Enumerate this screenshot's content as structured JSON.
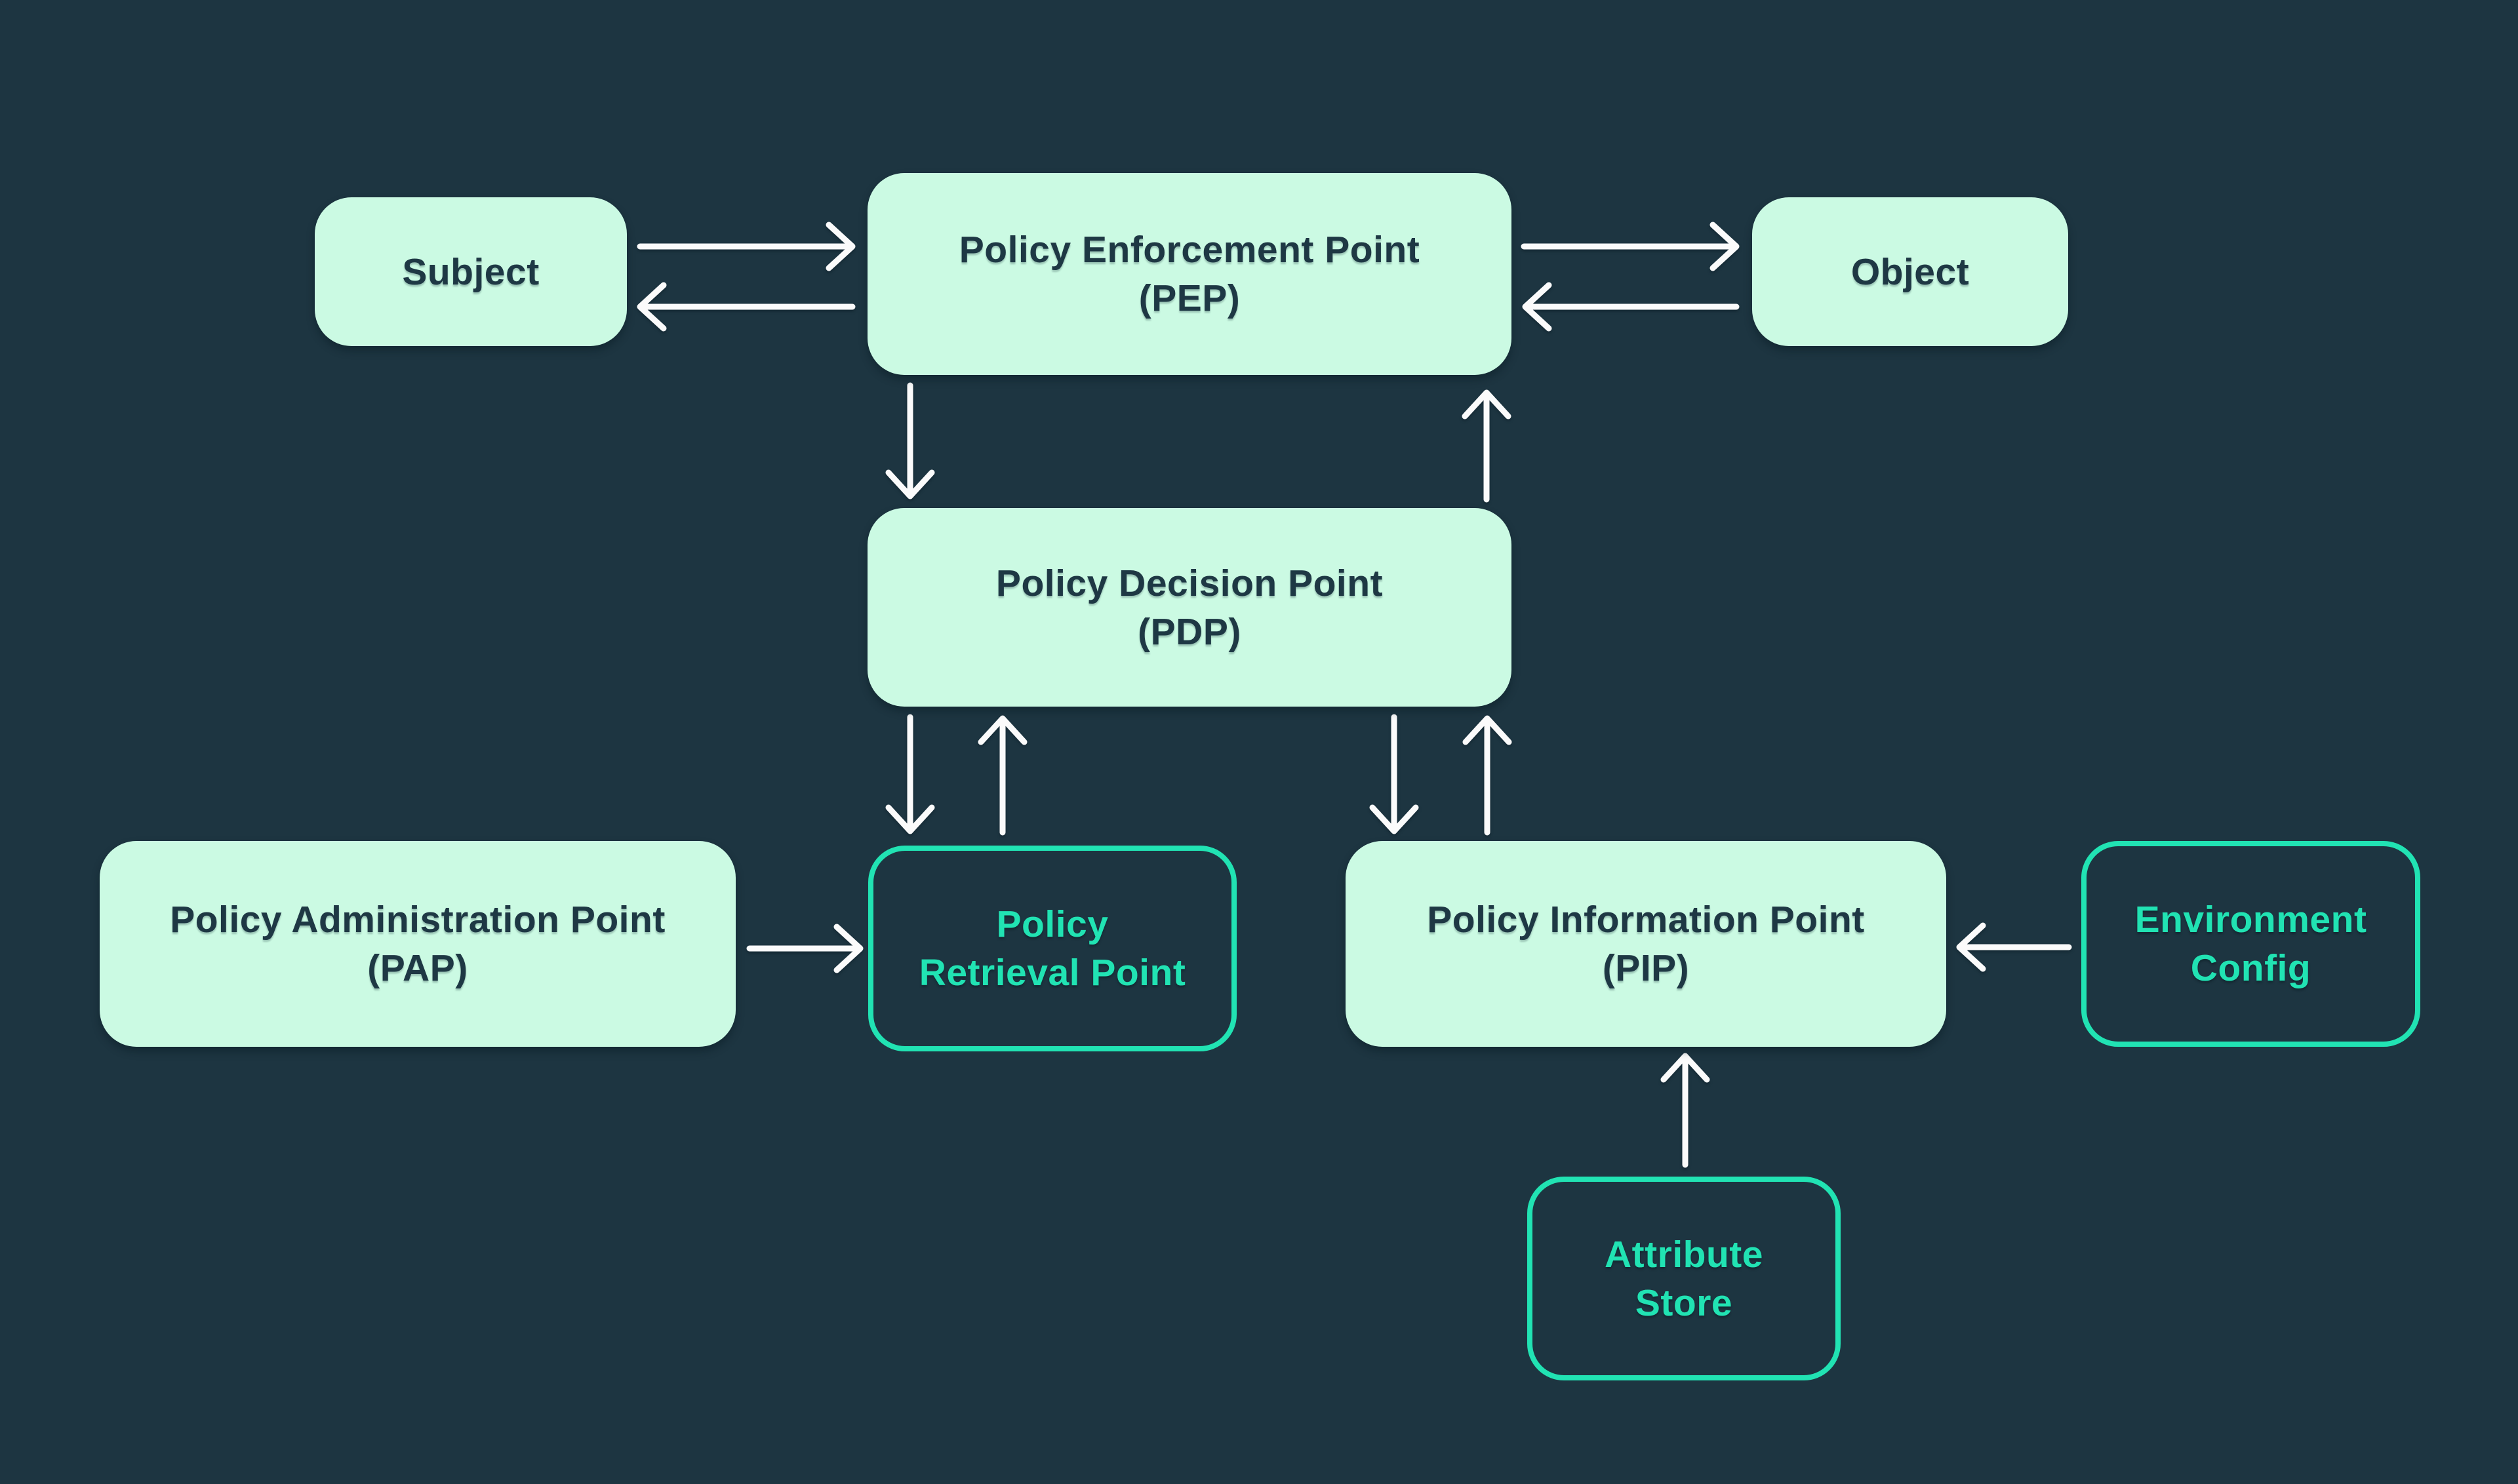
{
  "diagram": {
    "type": "flowchart",
    "nodes": {
      "subject": {
        "label": "Subject",
        "variant": "filled"
      },
      "pep": {
        "line1": "Policy Enforcement Point",
        "line2": "(PEP)",
        "variant": "filled"
      },
      "object": {
        "label": "Object",
        "variant": "filled"
      },
      "pdp": {
        "line1": "Policy Decision Point",
        "line2": "(PDP)",
        "variant": "filled"
      },
      "pap": {
        "line1": "Policy Administration Point",
        "line2": "(PAP)",
        "variant": "filled"
      },
      "prp": {
        "line1": "Policy",
        "line2": "Retrieval Point",
        "variant": "outlined"
      },
      "pip": {
        "line1": "Policy Information Point",
        "line2": "(PIP)",
        "variant": "filled"
      },
      "env_config": {
        "line1": "Environment",
        "line2": "Config",
        "variant": "outlined"
      },
      "attribute_store": {
        "line1": "Attribute",
        "line2": "Store",
        "variant": "outlined"
      }
    },
    "edges": [
      {
        "from": "subject",
        "to": "pep",
        "direction": "right"
      },
      {
        "from": "pep",
        "to": "subject",
        "direction": "left"
      },
      {
        "from": "pep",
        "to": "object",
        "direction": "right"
      },
      {
        "from": "object",
        "to": "pep",
        "direction": "left"
      },
      {
        "from": "pep",
        "to": "pdp",
        "direction": "down"
      },
      {
        "from": "pdp",
        "to": "pep",
        "direction": "up"
      },
      {
        "from": "pdp",
        "to": "prp",
        "direction": "down"
      },
      {
        "from": "prp",
        "to": "pdp",
        "direction": "up"
      },
      {
        "from": "pdp",
        "to": "pip",
        "direction": "down"
      },
      {
        "from": "pip",
        "to": "pdp",
        "direction": "up"
      },
      {
        "from": "pap",
        "to": "prp",
        "direction": "right"
      },
      {
        "from": "env_config",
        "to": "pip",
        "direction": "left"
      },
      {
        "from": "attribute_store",
        "to": "pip",
        "direction": "up"
      }
    ],
    "colors": {
      "bg": "#1D3541",
      "node_fill": "#CBFAE3",
      "node_text": "#1E3844",
      "accent": "#21E3B3",
      "arrow": "#FBFBFB"
    }
  }
}
